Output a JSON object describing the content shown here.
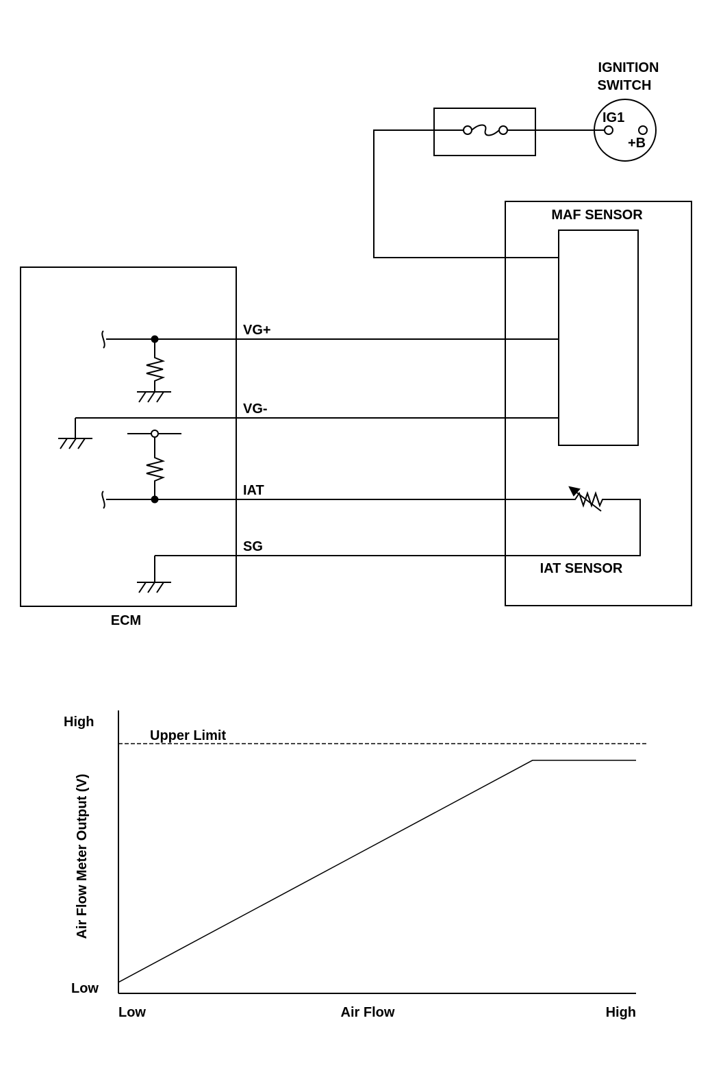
{
  "wiring": {
    "ignition_switch": {
      "title_line1": "IGNITION",
      "title_line2": "SWITCH",
      "terminal_ig1": "IG1",
      "terminal_b": "+B"
    },
    "maf_sensor_label": "MAF SENSOR",
    "iat_sensor_label": "IAT SENSOR",
    "ecm_label": "ECM",
    "terminals": {
      "vg_plus": "VG+",
      "vg_minus": "VG-",
      "iat": "IAT",
      "sg": "SG"
    }
  },
  "chart_data": {
    "type": "line",
    "ylabel": "Air Flow Meter Output (V)",
    "xlabel": "Air Flow",
    "x_tick_labels": [
      "Low",
      "High"
    ],
    "y_tick_labels": [
      "Low",
      "High"
    ],
    "reference_line": {
      "label": "Upper Limit",
      "y": 0.9,
      "style": "dashed"
    },
    "series": [
      {
        "x": [
          0,
          0.8,
          1.0
        ],
        "y": [
          0.04,
          0.84,
          0.84
        ]
      }
    ],
    "xlim": [
      0,
      1
    ],
    "ylim": [
      0,
      1
    ]
  }
}
